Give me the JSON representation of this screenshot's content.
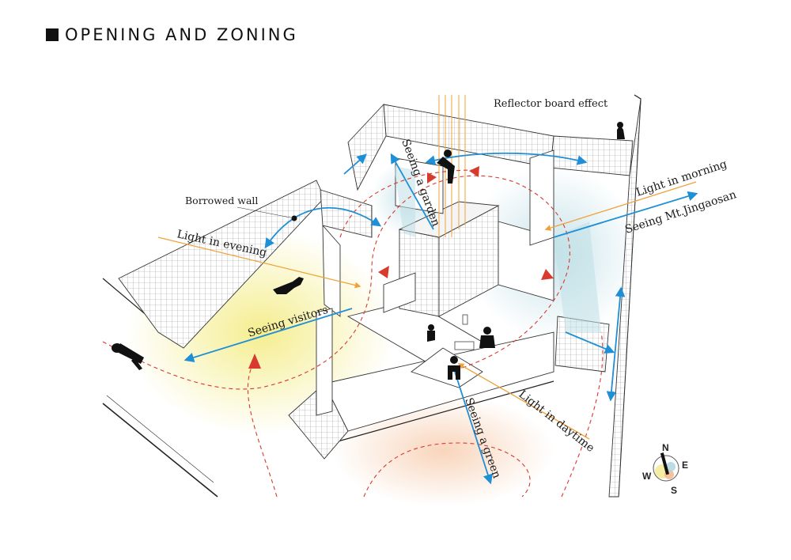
{
  "title": "OPENING AND ZONING",
  "labels": {
    "reflector": "Reflector board effect",
    "borrowed_wall": "Borrowed wall",
    "light_evening": "Light in evening",
    "seeing_garden": "Seeing a garden",
    "light_morning": "Light in morning",
    "seeing_jingaosan": "Seeing Mt.Jingaosan",
    "seeing_visitors": "Seeing visitors",
    "light_daytime": "Light in daytime",
    "seeing_green": "Seeing a green"
  },
  "compass": {
    "n": "N",
    "e": "E",
    "s": "S",
    "w": "W"
  },
  "colors": {
    "sight_arrow": "#1f8fd6",
    "light_arrow": "#f0a23a",
    "circulation": "#d83a2e",
    "evening_glow": "#f3ec8a",
    "daytime_glow": "#f6c9a6",
    "morning_glow": "#bfdfe6"
  }
}
